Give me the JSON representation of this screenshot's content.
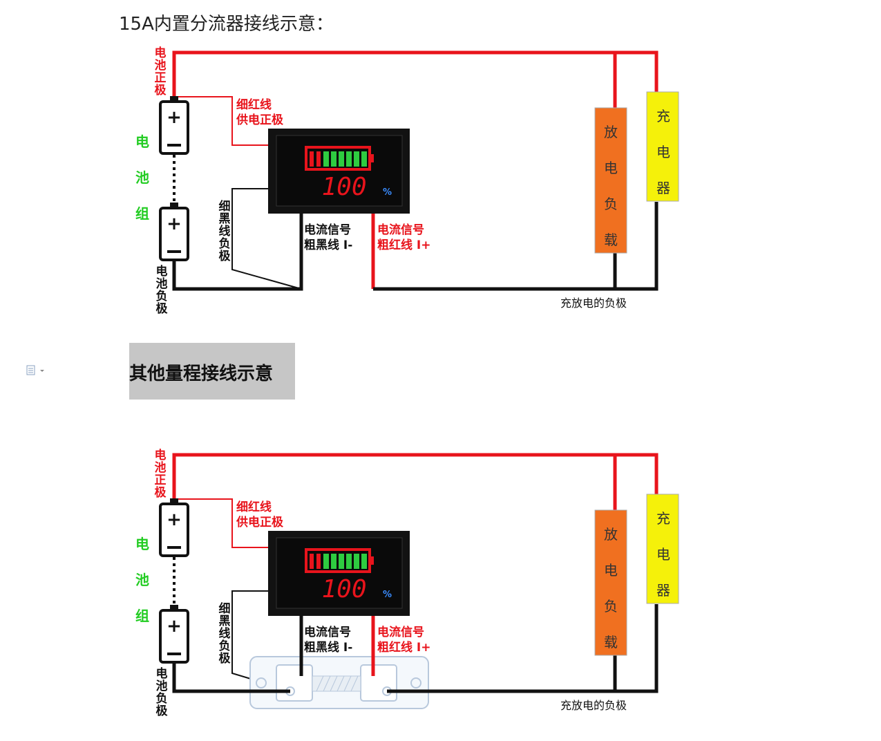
{
  "title": "15A内置分流器接线示意：",
  "section2_title": "其他量程接线示意",
  "icons": {
    "doc": "document-icon"
  },
  "colors": {
    "red_wire": "#e8141c",
    "black_wire": "#111111",
    "discharge_box": "#f07020",
    "charger_box": "#f5f10a",
    "battery_green": "#2ecc40",
    "battery_label_green": "#22cc22"
  },
  "diagram": {
    "battery_positive": [
      "电",
      "池",
      "正",
      "极"
    ],
    "battery_negative": [
      "电",
      "池",
      "负",
      "极"
    ],
    "battery_group": [
      "电",
      "池",
      "组"
    ],
    "thin_red": [
      "细红线",
      "供电正极"
    ],
    "thin_black": [
      "细",
      "黑",
      "线",
      "负",
      "极"
    ],
    "current_black": [
      "电流信号",
      "粗黑线 I-"
    ],
    "current_red": [
      "电流信号",
      "粗红线 I+"
    ],
    "discharge_load": [
      "放",
      "电",
      "负",
      "载"
    ],
    "charger": [
      "充",
      "电",
      "器"
    ],
    "common_negative": "充放电的负极",
    "display_value": "100",
    "display_unit": "%"
  }
}
